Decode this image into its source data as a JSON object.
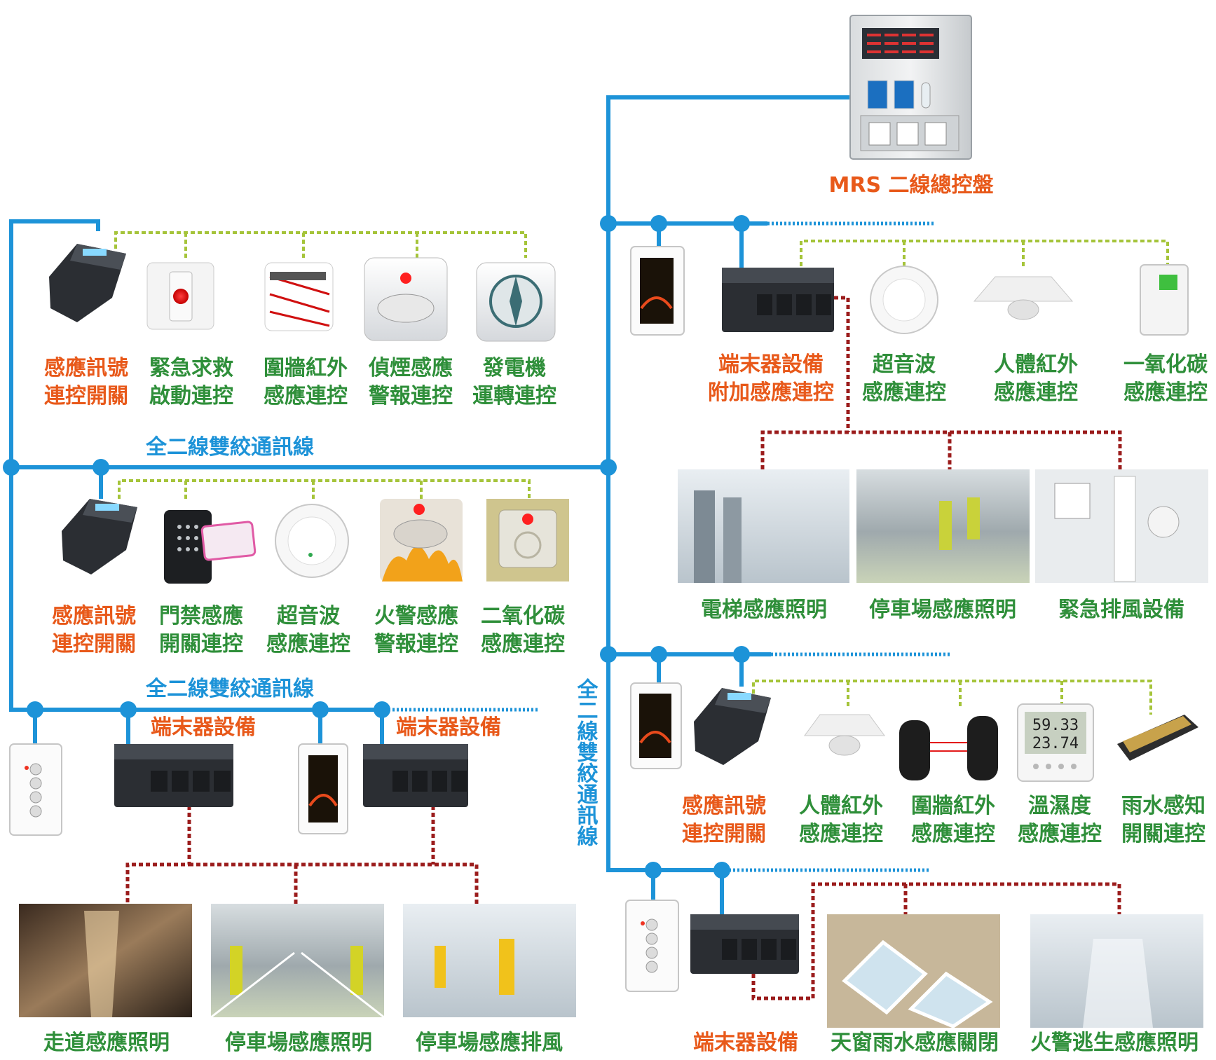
{
  "colors": {
    "bus_line": "#1d93d8",
    "sensor_link": "#a5c43a",
    "control_link": "#9b1c1c",
    "label_orange": "#e8591a",
    "label_green": "#2f8f3a",
    "label_blue": "#1d93d8"
  },
  "panel": {
    "title": "MRS 二線總控盤",
    "icon": "control-panel-cabinet"
  },
  "bus_labels": {
    "upper_left": "全二線雙絞通訊線",
    "lower_left": "全二線雙絞通訊線",
    "vertical": "全二線雙絞通訊線"
  },
  "group_a": {
    "items": [
      {
        "line1": "感應訊號",
        "line2": "連控開關",
        "color": "orange",
        "icon": "controller-module"
      },
      {
        "line1": "緊急求救",
        "line2": "啟動連控",
        "color": "green",
        "icon": "emergency-button"
      },
      {
        "line1": "圍牆紅外",
        "line2": "感應連控",
        "color": "green",
        "icon": "infrared-beam"
      },
      {
        "line1": "偵煙感應",
        "line2": "警報連控",
        "color": "green",
        "icon": "smoke-detector"
      },
      {
        "line1": "發電機",
        "line2": "運轉連控",
        "color": "green",
        "icon": "generator-fan"
      }
    ]
  },
  "group_b": {
    "items": [
      {
        "line1": "感應訊號",
        "line2": "連控開關",
        "color": "orange",
        "icon": "controller-module"
      },
      {
        "line1": "門禁感應",
        "line2": "開關連控",
        "color": "green",
        "icon": "card-reader"
      },
      {
        "line1": "超音波",
        "line2": "感應連控",
        "color": "green",
        "icon": "ultrasonic-sensor"
      },
      {
        "line1": "火警感應",
        "line2": "警報連控",
        "color": "green",
        "icon": "fire-detector"
      },
      {
        "line1": "二氧化碳",
        "line2": "感應連控",
        "color": "green",
        "icon": "co2-detector"
      }
    ]
  },
  "group_c": {
    "terminal_label_1": "端末器設備",
    "terminal_label_2": "端末器設備",
    "photos": [
      "走道感應照明",
      "停車場感應照明",
      "停車場感應排風"
    ]
  },
  "group_d": {
    "items": [
      {
        "line1": "端末器設備",
        "line2": "附加感應連控",
        "color": "orange",
        "icon": "terminal-module"
      },
      {
        "line1": "超音波",
        "line2": "感應連控",
        "color": "green",
        "icon": "ultrasonic-sensor"
      },
      {
        "line1": "人體紅外",
        "line2": "感應連控",
        "color": "green",
        "icon": "pir-sensor"
      },
      {
        "line1": "一氧化碳",
        "line2": "感應連控",
        "color": "green",
        "icon": "co-detector"
      }
    ],
    "photos": [
      "電梯感應照明",
      "停車場感應照明",
      "緊急排風設備"
    ]
  },
  "group_e": {
    "items": [
      {
        "line1": "感應訊號",
        "line2": "連控開關",
        "color": "orange",
        "icon": "controller-module"
      },
      {
        "line1": "人體紅外",
        "line2": "感應連控",
        "color": "green",
        "icon": "pir-sensor"
      },
      {
        "line1": "圍牆紅外",
        "line2": "感應連控",
        "color": "green",
        "icon": "beam-sensor-pair"
      },
      {
        "line1": "溫濕度",
        "line2": "感應連控",
        "color": "green",
        "icon": "thermo-hygrometer"
      },
      {
        "line1": "雨水感知",
        "line2": "開關連控",
        "color": "green",
        "icon": "rain-sensor"
      }
    ],
    "thermo_line1": "59.33",
    "thermo_line2": "23.74"
  },
  "group_f": {
    "terminal_label": "端末器設備",
    "photos": [
      "天窗雨水感應關閉",
      "火警逃生感應照明"
    ]
  }
}
